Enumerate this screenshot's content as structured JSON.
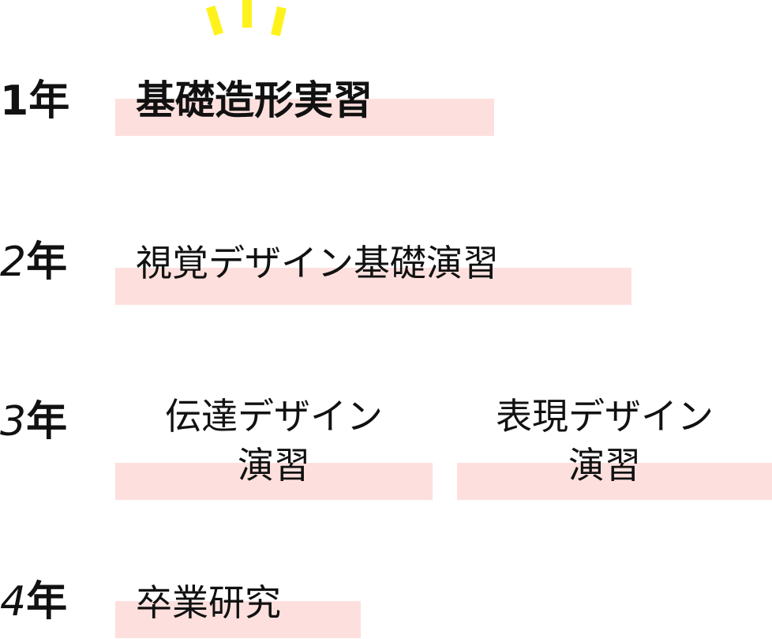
{
  "colors": {
    "highlight": "#fde0dd",
    "accent": "#fff21c",
    "text": "#111111"
  },
  "decoration": "sparkle-rays",
  "years": [
    {
      "num": "1",
      "suffix": "年",
      "courses": [
        "基礎造形実習"
      ]
    },
    {
      "num": "2",
      "suffix": "年",
      "courses": [
        "視覚デザイン基礎演習"
      ]
    },
    {
      "num": "3",
      "suffix": "年",
      "courses": [
        {
          "line1": "伝達デザイン",
          "line2": "演習"
        },
        {
          "line1": "表現デザイン",
          "line2": "演習"
        }
      ]
    },
    {
      "num": "4",
      "suffix": "年",
      "courses": [
        "卒業研究"
      ]
    }
  ]
}
